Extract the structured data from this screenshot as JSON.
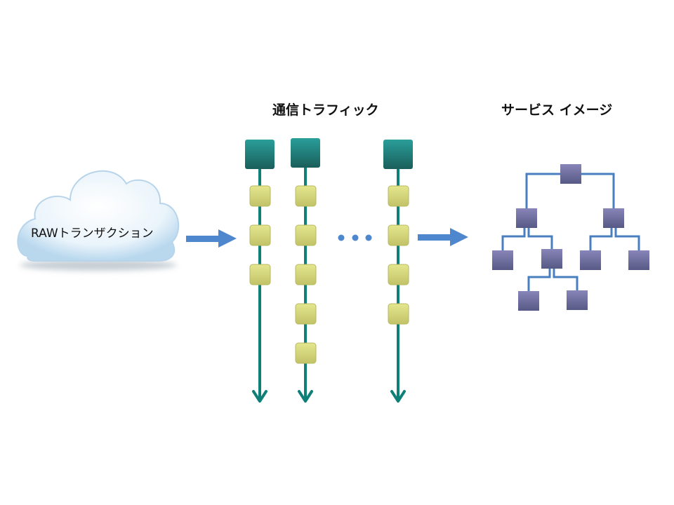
{
  "headings": {
    "traffic": "通信トラフィック",
    "service_image": "サービス イメージ"
  },
  "cloud": {
    "label": "RAWトランザクション"
  },
  "colors": {
    "arrow_blue": "#4f87cf",
    "stream_line": "#0e8078",
    "stream_head_top": "#2a9e9a",
    "stream_head_bottom": "#1a5e5a",
    "packet_top": "#e2e58a",
    "packet_bottom": "#c4c46a",
    "tree_node_top": "#8683b5",
    "tree_node_bottom": "#585a86",
    "tree_line": "#4a7fbf"
  },
  "traffic_streams": [
    {
      "id": "stream-1",
      "packets": 3
    },
    {
      "id": "stream-2",
      "packets": 5
    },
    {
      "id": "stream-n",
      "packets": 4
    }
  ],
  "ellipsis": "• • •",
  "service_tree": {
    "id": "root",
    "children": [
      {
        "id": "l1-left",
        "children": [
          {
            "id": "l2-a",
            "children": []
          },
          {
            "id": "l2-b",
            "children": [
              {
                "id": "l3-a",
                "children": []
              },
              {
                "id": "l3-b",
                "children": []
              }
            ]
          }
        ]
      },
      {
        "id": "l1-right",
        "children": [
          {
            "id": "l2-c",
            "children": []
          },
          {
            "id": "l2-d",
            "children": []
          }
        ]
      }
    ]
  }
}
